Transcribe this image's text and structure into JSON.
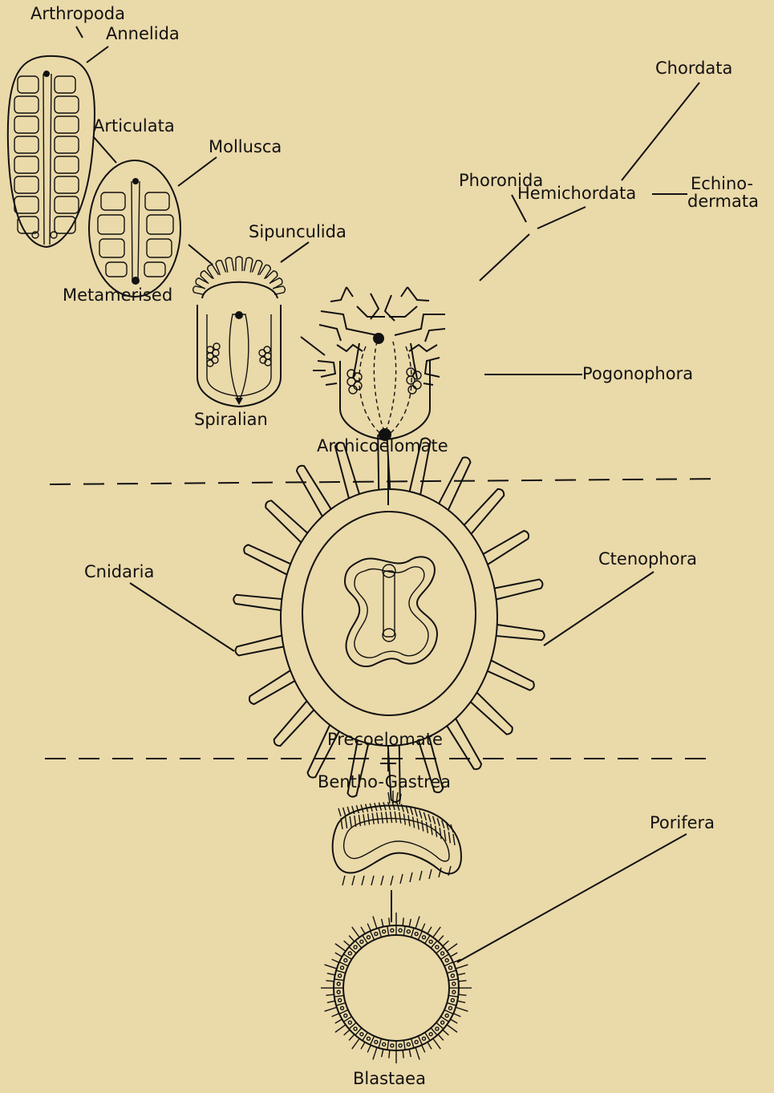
{
  "labels": {
    "arthropoda": "Arthropoda",
    "annelida": "Annelida",
    "articulata": "Articulata",
    "mollusca": "Mollusca",
    "metamerised": "Metamerised",
    "sipunculida": "Sipunculida",
    "spiralian": "Spiralian",
    "archicoelomate": "Archicoelomate",
    "chordata": "Chordata",
    "phoronida": "Phoronida",
    "hemichordata": "Hemichordata",
    "echinodermata_1": "Echino-",
    "echinodermata_2": "dermata",
    "pogonophora": "Pogonophora",
    "cnidaria": "Cnidaria",
    "ctenophora": "Ctenophora",
    "precoelomate": "Precoelomate",
    "bentho_gastrea": "Bentho-Gastrea",
    "porifera": "Porifera",
    "blastaea": "Blastaea"
  }
}
